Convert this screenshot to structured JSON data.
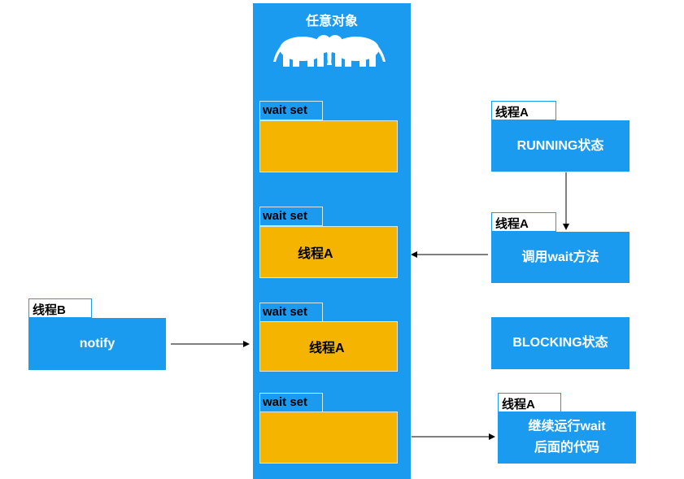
{
  "object": {
    "title": "任意对象"
  },
  "wait_sets": [
    {
      "tab_label": "wait set",
      "content": ""
    },
    {
      "tab_label": "wait set",
      "content": "线程A"
    },
    {
      "tab_label": "wait set",
      "content": "线程A"
    },
    {
      "tab_label": "wait set",
      "content": ""
    }
  ],
  "thread_b": {
    "tab_label": "线程B",
    "box_label": "notify"
  },
  "right_steps": {
    "step1": {
      "tab_label": "线程A",
      "box_label": "RUNNING状态"
    },
    "step2": {
      "tab_label": "线程A",
      "box_label": "调用wait方法"
    },
    "step3": {
      "box_label": "BLOCKING状态"
    },
    "step4": {
      "tab_label": "线程A",
      "box_line1": "继续运行wait",
      "box_line2": "后面的代码"
    }
  },
  "colors": {
    "blue": "#1a9bf0",
    "yellow": "#f4b400"
  }
}
